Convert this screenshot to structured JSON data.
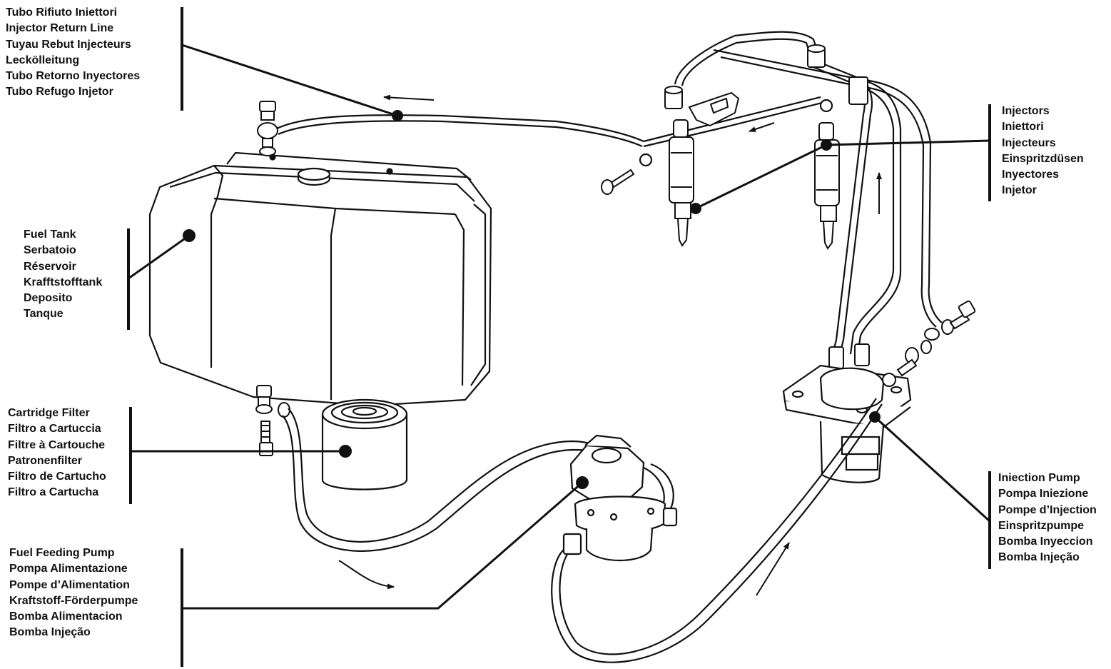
{
  "labels": {
    "injector_return_line": [
      "Tubo Rifiuto Iniettori",
      "Injector Return Line",
      "Tuyau Rebut Injecteurs",
      "Leckölleitung",
      "Tubo Retorno Inyectores",
      "Tubo Refugo Injetor"
    ],
    "fuel_tank": [
      "Fuel Tank",
      "Serbatoio",
      "Réservoir",
      "Krafftstofftank",
      "Deposito",
      "Tanque"
    ],
    "cartridge_filter": [
      "Cartridge Filter",
      "Filtro a Cartuccia",
      "Filtre à Cartouche",
      "Patronenfilter",
      "Filtro de Cartucho",
      "Filtro a Cartucha"
    ],
    "fuel_feeding_pump": [
      "Fuel Feeding Pump",
      "Pompa Alimentazione",
      "Pompe d’Alimentation",
      "Kraftstoff-Förderpumpe",
      "Bomba Alimentacion",
      "Bomba Injeção"
    ],
    "injectors": [
      "Injectors",
      "Iniettori",
      "Injecteurs",
      "Einspritzdüsen",
      "Inyectores",
      "Injetor"
    ],
    "injection_pump": [
      "Iniection Pump",
      "Pompa Iniezione",
      "Pompe d’Injection",
      "Einspritzpumpe",
      "Bomba Inyeccion",
      "Bomba Injeção"
    ]
  }
}
